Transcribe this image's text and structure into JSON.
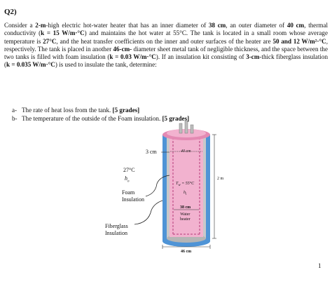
{
  "question_number": "Q2)",
  "problem": {
    "p1": "Consider a ",
    "height": "2-m",
    "p2": "-high electric hot-water heater that has an inner diameter of ",
    "inner_diameter": "38 cm",
    "p3": ", an outer diameter of ",
    "outer_diameter": "40 cm",
    "p4": ", thermal conductivity (",
    "conductivity": "k = 15 W/m·°C",
    "p5": ") and maintains the hot water at 55°C. The tank is located in a small room whose average temperature is ",
    "room_temp": "27°C",
    "p6": ", and the heat transfer coefficients on the inner and outer surfaces of the heater are ",
    "h_coeffs": "50 and 12 W/m²·°C",
    "p7": ", respectively. The tank is placed in another ",
    "outer_tank": "46-cm-",
    "p8": " diameter sheet metal tank of negligible thickness, and the space between the two tanks is filled with foam insulation (",
    "foam_k": "k = 0.03 W/m·°C",
    "p9": "). If an insulation kit consisting of ",
    "kit": "3-cm",
    "p10": "-thick fiberglass insulation (",
    "fiberglass_k": "k = 0.035 W/m·°C",
    "p11": ") is used to insulate the tank, determine:"
  },
  "tasks": [
    {
      "letter": "a-",
      "text": "The rate of heat loss from the tank. ",
      "grade": "[5 grades]"
    },
    {
      "letter": "b-",
      "text": "The temperature of the outside of the Foam insulation. ",
      "grade": "[5 grades]"
    }
  ],
  "figure": {
    "label_3cm": "3 cm",
    "label_40cm": "40 cm",
    "label_2m": "2 m",
    "label_room_temp": "27°C",
    "label_h_outer": "h",
    "label_h_outer_sub": "o",
    "label_water_temp": "T",
    "label_water_temp_sub": "w",
    "label_water_temp_val": "= 55°C",
    "label_h_inner": "h",
    "label_h_inner_sub": "i",
    "label_foam_1": "Foam",
    "label_foam_2": "Insulation",
    "label_38cm": "38 cm",
    "label_water_heater_1": "Water",
    "label_water_heater_2": "heater",
    "label_fiberglass_1": "Fiberglass",
    "label_fiberglass_2": "Insulation",
    "label_46cm": "46 cm"
  },
  "page_number": "1",
  "colors": {
    "tank_pink": "#f2b2cf",
    "tank_pink_dark": "#e48ab3",
    "insulation_blue": "#4f94d6",
    "tank_grey": "#c9c9c9"
  }
}
